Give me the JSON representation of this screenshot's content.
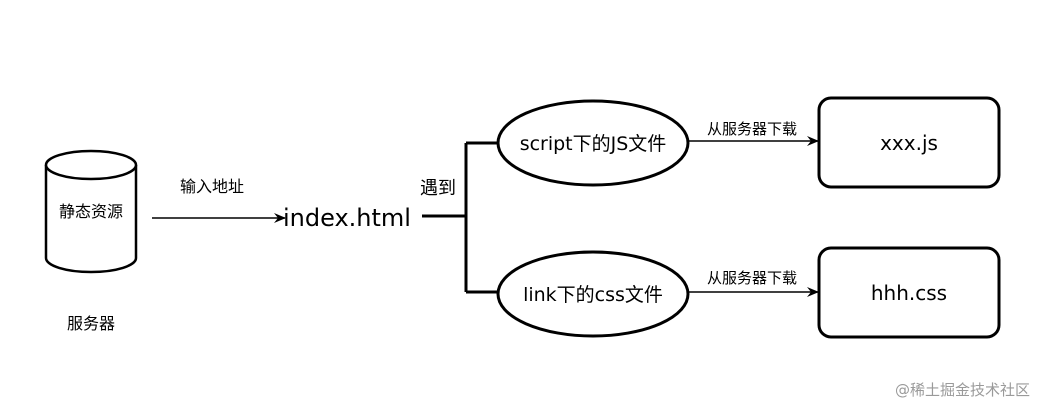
{
  "server": {
    "cylinder_label": "静态资源",
    "caption": "服务器"
  },
  "edges": {
    "input_address": "输入地址",
    "encounter": "遇到",
    "download_js": "从服务器下载",
    "download_css": "从服务器下载"
  },
  "nodes": {
    "index_html": "index.html",
    "script_js": "script下的JS文件",
    "link_css": "link下的css文件",
    "xxx_js": "xxx.js",
    "hhh_css": "hhh.css"
  },
  "watermark": "@稀土掘金技术社区"
}
